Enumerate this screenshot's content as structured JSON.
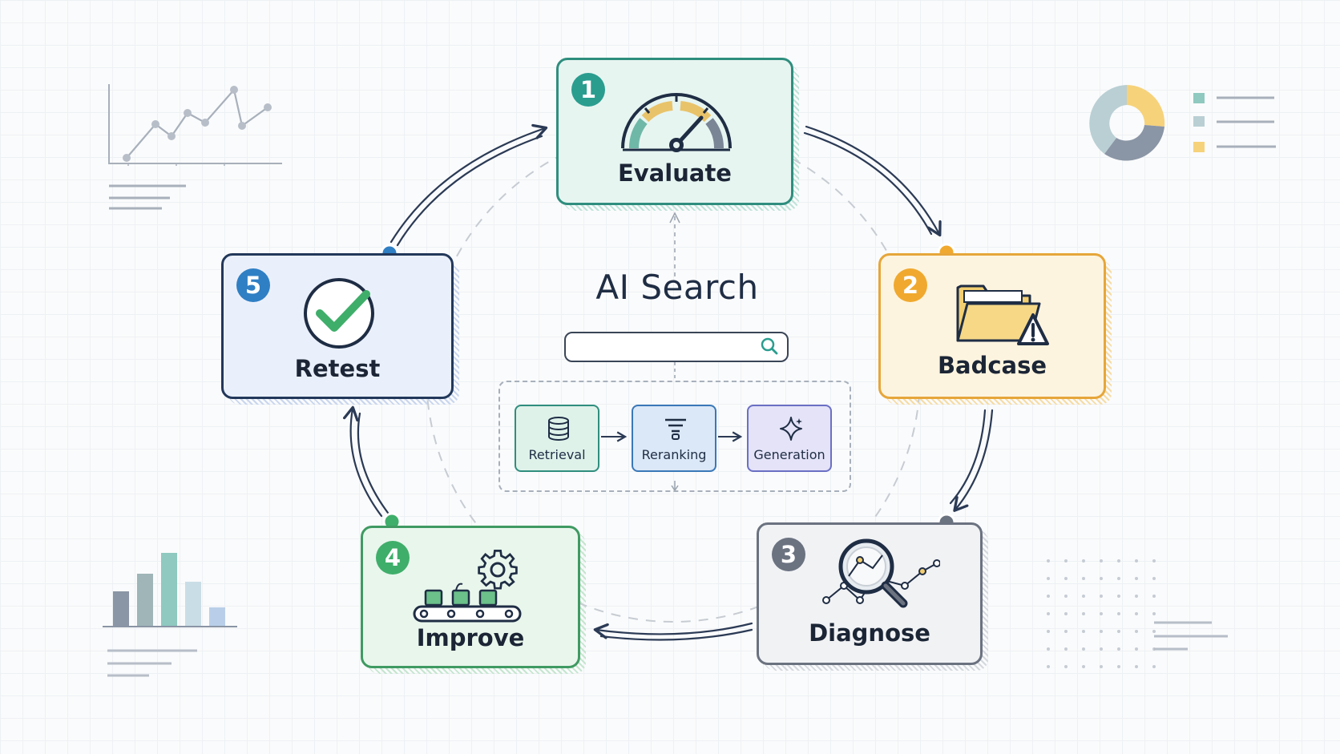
{
  "title": "AI Search",
  "search": {
    "value": ""
  },
  "pipeline": {
    "stages": [
      {
        "label": "Retrieval",
        "icon": "database-icon"
      },
      {
        "label": "Reranking",
        "icon": "funnel-icon"
      },
      {
        "label": "Generation",
        "icon": "sparkle-icon"
      }
    ]
  },
  "steps": [
    {
      "number": "1",
      "label": "Evaluate",
      "icon": "gauge-icon",
      "color": "#2a9d8f"
    },
    {
      "number": "2",
      "label": "Badcase",
      "icon": "folder-warning-icon",
      "color": "#f0a92e"
    },
    {
      "number": "3",
      "label": "Diagnose",
      "icon": "magnifier-icon",
      "color": "#6b7280"
    },
    {
      "number": "4",
      "label": "Improve",
      "icon": "gear-conveyor-icon",
      "color": "#3fae6a"
    },
    {
      "number": "5",
      "label": "Retest",
      "icon": "checkmark-icon",
      "color": "#2f7fc4"
    }
  ]
}
